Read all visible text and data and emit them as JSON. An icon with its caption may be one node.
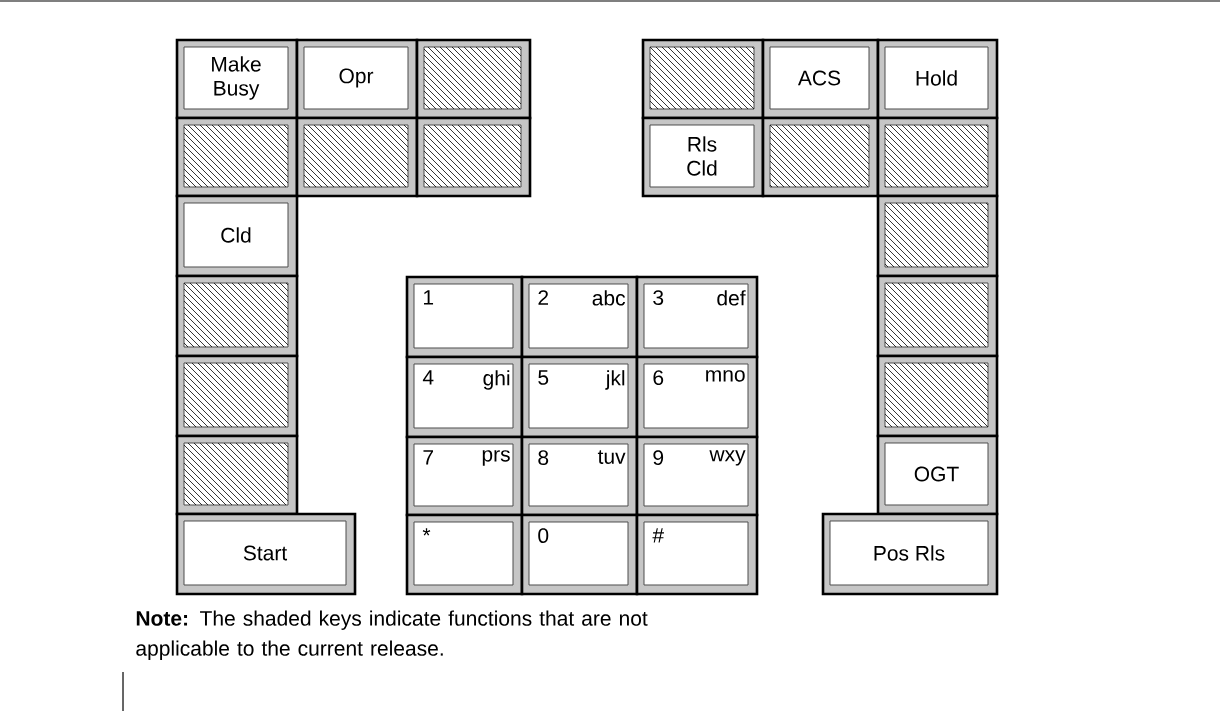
{
  "diagram": {
    "nodes": [
      {
        "text": [
          "Make Busy"
        ]
      },
      {
        "text": [
          "Opr"
        ]
      },
      {
        "text": [],
        "shape": "box"
      },
      {
        "text": [],
        "shape": "box"
      },
      {
        "text": [],
        "shape": "box"
      },
      {
        "text": [],
        "shape": "box"
      },
      {
        "text": [
          "Cld"
        ]
      },
      {
        "text": [],
        "shape": "box"
      },
      {
        "text": [],
        "shape": "box"
      },
      {
        "text": [],
        "shape": "box"
      },
      {
        "text": [
          "Start"
        ]
      },
      {
        "text": [],
        "shape": "box"
      },
      {
        "text": [
          "ACS"
        ]
      },
      {
        "text": [
          "Hold"
        ]
      },
      {
        "text": [
          "Rls Cld"
        ]
      },
      {
        "text": [],
        "shape": "box"
      },
      {
        "text": [],
        "shape": "box"
      },
      {
        "text": [],
        "shape": "box"
      },
      {
        "text": [],
        "shape": "box"
      },
      {
        "text": [],
        "shape": "box"
      },
      {
        "text": [
          "OGT"
        ]
      },
      {
        "text": [
          "Pos Rls"
        ]
      },
      {
        "text": [
          "1"
        ]
      },
      {
        "text": [
          "2",
          "abc"
        ]
      },
      {
        "text": [
          "3",
          "def"
        ]
      },
      {
        "text": [
          "4",
          "ghi"
        ]
      },
      {
        "text": [
          "5",
          "jkl"
        ]
      },
      {
        "text": [
          "6",
          "mno"
        ]
      },
      {
        "text": [
          "7",
          "prs"
        ]
      },
      {
        "text": [
          "8",
          "tuv"
        ]
      },
      {
        "text": [
          "9",
          "wxy"
        ]
      },
      {
        "text": [
          "*"
        ]
      },
      {
        "text": [
          "0"
        ]
      },
      {
        "text": [
          "#"
        ]
      }
    ],
    "labels": [
      "**Note:** The shaded keys indicate functions that are not applicable to the current release."
    ]
  }
}
